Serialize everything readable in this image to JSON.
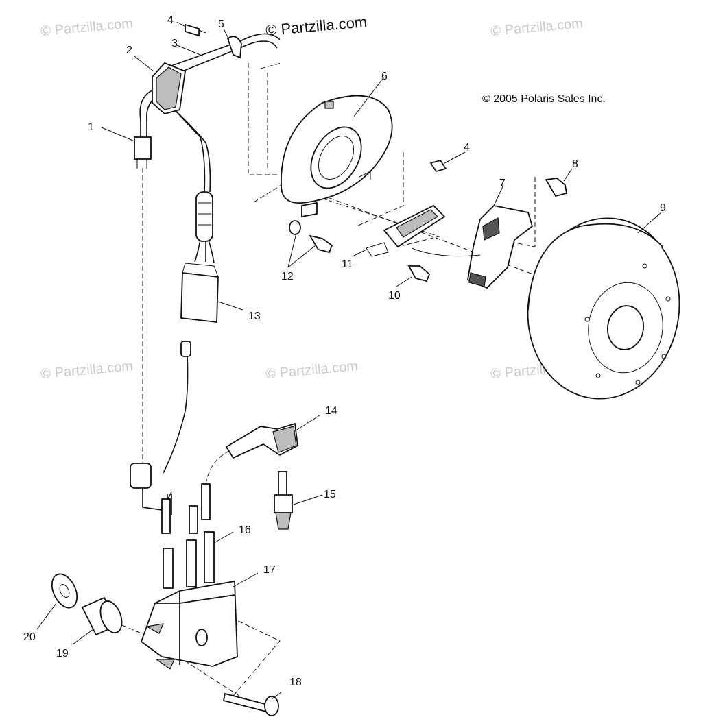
{
  "copyright": "© 2005 Polaris Sales Inc.",
  "brand_watermark": "© Partzilla.com",
  "faint_watermark": "© Partzilla.com",
  "callouts": {
    "c1": "1",
    "c2": "2",
    "c3": "3",
    "c4a": "4",
    "c4b": "4",
    "c5": "5",
    "c6": "6",
    "c7": "7",
    "c8": "8",
    "c9": "9",
    "c10": "10",
    "c11": "11",
    "c12": "12",
    "c13": "13",
    "c14": "14",
    "c15": "15",
    "c16": "16",
    "c17": "17",
    "c18": "18",
    "c19": "19",
    "c20": "20"
  }
}
